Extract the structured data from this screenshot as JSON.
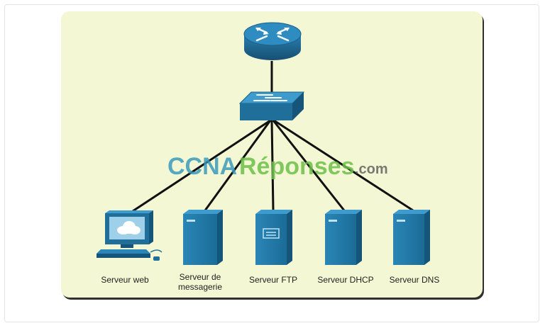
{
  "watermark": {
    "part1": "CCNA",
    "part2": "Réponses",
    "part3": ".com"
  },
  "devices": {
    "web": {
      "label": "Serveur web"
    },
    "mail": {
      "label_line1": "Serveur de",
      "label_line2": "messagerie"
    },
    "ftp": {
      "label": "Serveur FTP"
    },
    "dhcp": {
      "label": "Serveur DHCP"
    },
    "dns": {
      "label": "Serveur DNS"
    }
  },
  "colors": {
    "background": "#f4f7d3",
    "device_blue": "#1f6f9a",
    "link": "#111111"
  },
  "icons": [
    "router-icon",
    "switch-icon",
    "pc-icon",
    "server-icon"
  ]
}
